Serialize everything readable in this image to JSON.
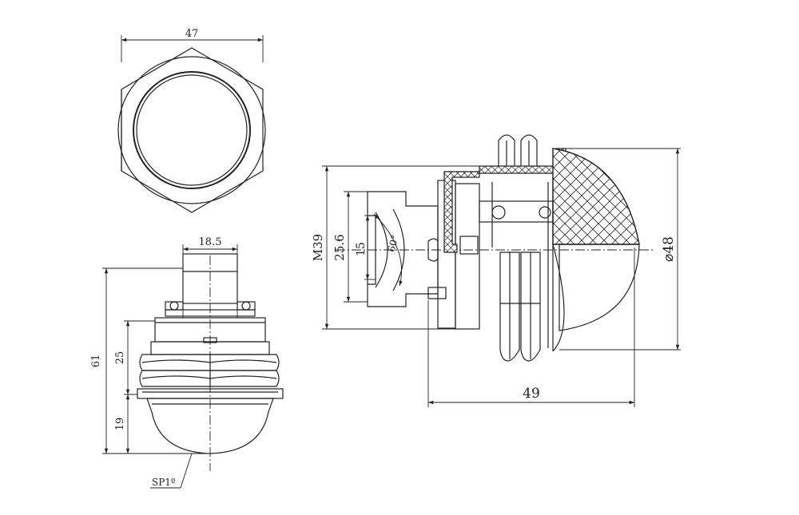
{
  "top_view": {
    "dim_width": "47"
  },
  "front_view": {
    "dim_top_width": "18.5",
    "dim_total_height": "61",
    "dim_body_height": "25",
    "dim_lens_height": "19",
    "label_surface": "SP1º"
  },
  "side_view": {
    "dim_thread": "M39",
    "dim_face": "25.6",
    "dim_hole": "15",
    "dim_angle": "60°",
    "dim_diameter": "⌀48",
    "dim_length": "49"
  },
  "colors": {
    "line": "#222222",
    "background": "#ffffff"
  }
}
